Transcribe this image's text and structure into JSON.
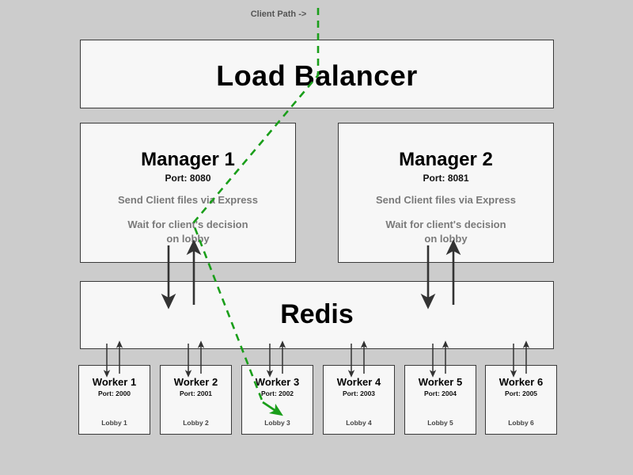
{
  "diagram": {
    "background_color": "#cccccc",
    "node_fill": "#f7f7f7",
    "node_stroke": "#3a3a3a",
    "arrow_color": "#333333",
    "client_path_color": "#1a9e1a",
    "client_path_label": "Client Path ->"
  },
  "load_balancer": {
    "title": "Load Balancer"
  },
  "managers": [
    {
      "title": "Manager 1",
      "port": "Port: 8080",
      "line_1": "Send Client files via Express",
      "line_2": "Wait for client's decision",
      "line_3": "on lobby"
    },
    {
      "title": "Manager 2",
      "port": "Port: 8081",
      "line_1": "Send Client files via Express",
      "line_2": "Wait for client's decision",
      "line_3": "on lobby"
    }
  ],
  "redis": {
    "title": "Redis"
  },
  "workers": [
    {
      "title": "Worker 1",
      "port": "Port: 2000",
      "lobby": "Lobby 1"
    },
    {
      "title": "Worker 2",
      "port": "Port: 2001",
      "lobby": "Lobby 2"
    },
    {
      "title": "Worker 3",
      "port": "Port: 2002",
      "lobby": "Lobby 3"
    },
    {
      "title": "Worker 4",
      "port": "Port: 2003",
      "lobby": "Lobby 4"
    },
    {
      "title": "Worker 5",
      "port": "Port: 2004",
      "lobby": "Lobby 5"
    },
    {
      "title": "Worker 6",
      "port": "Port: 2005",
      "lobby": "Lobby 6"
    }
  ]
}
